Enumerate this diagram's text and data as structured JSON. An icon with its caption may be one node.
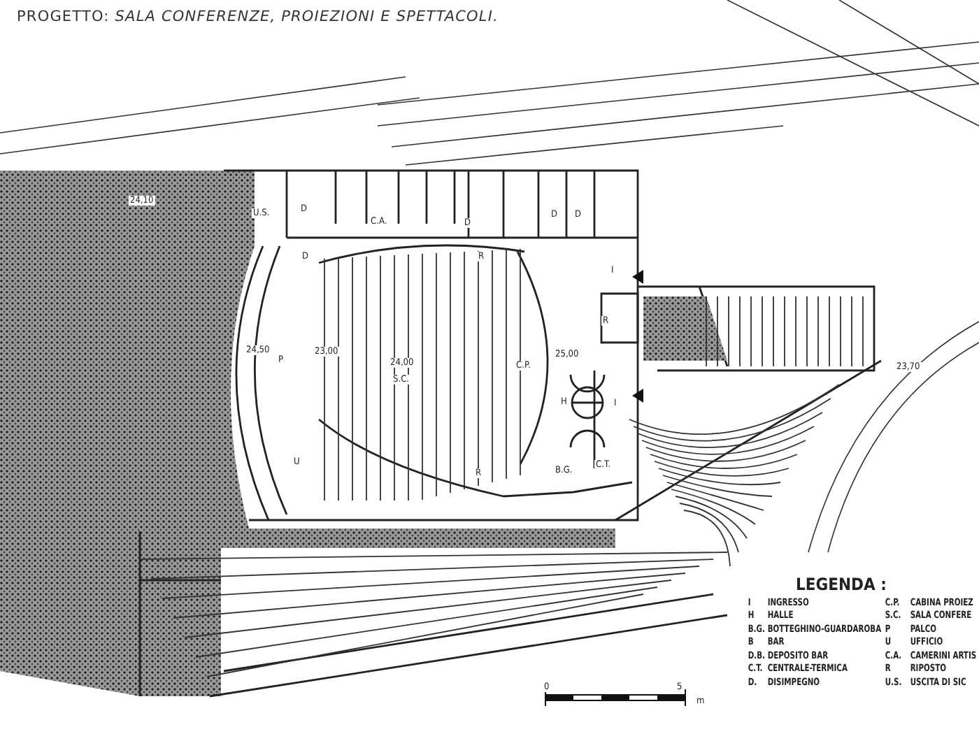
{
  "diagram": {
    "title": "PROGETTO: *SALA CONFERENZE, PROIEZIONI E SPETTACOLI.*",
    "labels": [
      "24,10",
      "U.S.",
      "D",
      "C.A.",
      "D",
      "D",
      "D",
      "D",
      "R",
      "I",
      "R",
      "24,50",
      "P",
      "23,00",
      "24,00",
      "S.C.",
      "C.P.",
      "25,00",
      "H",
      "I",
      "U",
      "R",
      "B.G.",
      "C.T.",
      "23,70",
      "LEGENDA :",
      "I",
      "INGRESSO",
      "C.P.",
      "CABINA PROIEZ",
      "H",
      "HALLE",
      "S.C.",
      "SALA CONFERE",
      "B.G.",
      "BOTTEGHINO-GUARDAROBA",
      "P",
      "PALCO",
      "B",
      "BAR",
      "U",
      "UFFICIO",
      "D.B.",
      "DEPOSITO BAR",
      "C.A.",
      "CAMERINI ARTIS",
      "C.T.",
      "CENTRALE-TERMICA",
      "R",
      "RIPOSTO",
      "D.",
      "DISIMPEGNO",
      "U.S.",
      "USCITA DI SIC",
      "0",
      "5",
      "m"
    ]
  }
}
